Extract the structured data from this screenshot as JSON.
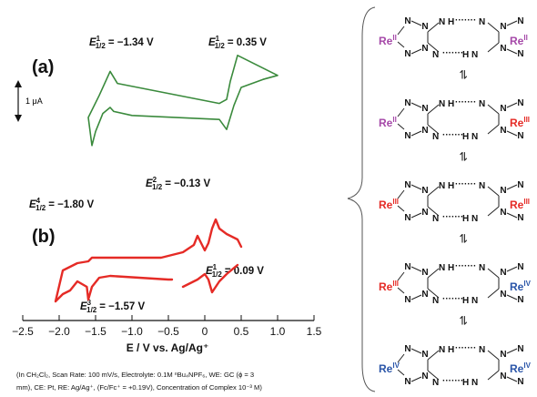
{
  "colors": {
    "green": "#3a8a3c",
    "red": "#e52b26",
    "purple": "#a548a8",
    "blue": "#2a55a8",
    "black": "#111111"
  },
  "chart_data": {
    "type": "line",
    "xlabel": "E / V vs. Ag/Ag⁺",
    "xlim": [
      -2.5,
      1.5
    ],
    "xticks": [
      "−2.5",
      "−2.0",
      "−1.5",
      "−1.0",
      "−0.5",
      "0",
      "0.5",
      "1.0",
      "1.5"
    ],
    "scale_bar": "1 μA",
    "panels": [
      {
        "label": "(a)",
        "color_key": "green",
        "annotations": [
          {
            "text_main": "E",
            "sup": "1",
            "sub": "1/2",
            "value": "= −1.34 V"
          },
          {
            "text_main": "E",
            "sup": "1",
            "sub": "1/2",
            "value": "= 0.35 V"
          }
        ],
        "x": [
          -1.3,
          -1.4,
          -1.5,
          -1.55,
          -1.6,
          -1.45,
          -1.3,
          -1.2,
          0.2,
          0.3,
          0.35,
          0.45,
          1.0,
          0.8,
          0.5,
          0.4,
          0.3,
          0.2,
          -1.0,
          -1.25,
          -1.3
        ],
        "y": [
          0.0,
          -0.3,
          -1.2,
          -1.9,
          -0.5,
          0.6,
          1.8,
          1.2,
          0.2,
          0.4,
          1.3,
          2.6,
          1.6,
          1.4,
          1.0,
          0.1,
          -1.1,
          -0.6,
          -0.4,
          -0.2,
          0.0
        ]
      },
      {
        "label": "(b)",
        "color_key": "red",
        "annotations": [
          {
            "text_main": "E",
            "sup": "4",
            "sub": "1/2",
            "value": "= −1.80 V"
          },
          {
            "text_main": "E",
            "sup": "2",
            "sub": "1/2",
            "value": "= −0.13 V"
          },
          {
            "text_main": "E",
            "sup": "1",
            "sub": "1/2",
            "value": "= 0.09 V"
          },
          {
            "text_main": "E",
            "sup": "3",
            "sub": "1/2",
            "value": "= −1.57 V"
          }
        ],
        "x": [
          -0.45,
          -0.5,
          -0.9,
          -1.3,
          -1.45,
          -1.55,
          -1.6,
          -1.62,
          -1.75,
          -1.85,
          -1.95,
          -2.05,
          -1.95,
          -1.75,
          -1.6,
          -1.55,
          -1.45,
          -1.2,
          -0.6,
          -0.3,
          -0.15,
          -0.1,
          0.0,
          0.05,
          0.1,
          0.15,
          0.2,
          0.3,
          0.45,
          0.5
        ],
        "y": [
          -1.2,
          -1.2,
          -1.1,
          -1.0,
          -1.1,
          -1.6,
          -2.3,
          -1.6,
          -1.3,
          -1.8,
          -2.0,
          -2.4,
          -0.7,
          -0.3,
          -0.2,
          0.0,
          0.0,
          0.0,
          0.0,
          0.3,
          0.7,
          1.2,
          0.4,
          0.8,
          1.6,
          2.1,
          1.6,
          1.3,
          1.0,
          0.6
        ],
        "branch2_x": [
          0.45,
          0.3,
          0.2,
          0.1,
          0.05,
          0.0,
          -0.1,
          -0.2,
          -0.3
        ],
        "branch2_y": [
          -0.4,
          -0.9,
          -1.3,
          -1.9,
          -1.2,
          -0.9,
          -1.2,
          -1.4,
          -1.6
        ]
      }
    ]
  },
  "caption": [
    "(In CH₂Cl₂, Scan Rate: 100 mV/s, Electrolyte: 0.1M ⁿBu₄NPF₆, WE: GC (ϕ = 3",
    "mm), CE: Pt,  RE: Ag/Ag⁺, (Fc/Fc⁺ = +0.19V),  Concentration of Complex 10⁻³ M)"
  ],
  "scheme": {
    "atom_N": "N",
    "nh_top": "N H",
    "h_dots": "·······",
    "hn_bottom": "H N",
    "metal": "Re",
    "equilibrium": "⇌",
    "species": [
      {
        "left": "II",
        "left_color": "purple",
        "right": "II",
        "right_color": "purple"
      },
      {
        "left": "II",
        "left_color": "purple",
        "right": "III",
        "right_color": "red"
      },
      {
        "left": "III",
        "left_color": "red",
        "right": "III",
        "right_color": "red"
      },
      {
        "left": "III",
        "left_color": "red",
        "right": "IV",
        "right_color": "blue"
      },
      {
        "left": "IV",
        "left_color": "blue",
        "right": "IV",
        "right_color": "blue"
      }
    ]
  }
}
